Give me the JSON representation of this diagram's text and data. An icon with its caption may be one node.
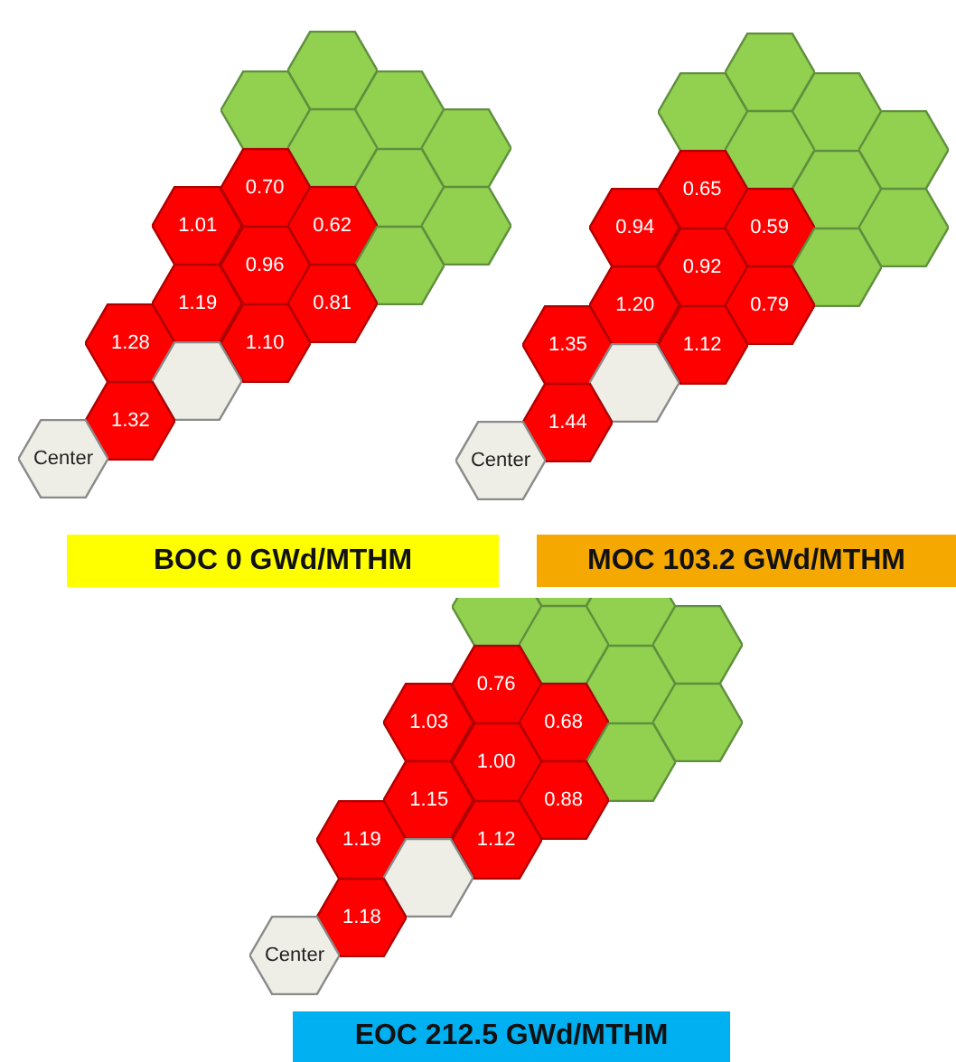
{
  "diagram": {
    "nodes": [
      {
        "text": [],
        "shape": "hexagon"
      },
      {
        "text": [],
        "shape": "hexagon"
      },
      {
        "text": [],
        "shape": "hexagon"
      },
      {
        "text": [],
        "shape": "hexagon"
      },
      {
        "text": [],
        "shape": "hexagon"
      },
      {
        "text": [
          "0.70"
        ]
      },
      {
        "text": [],
        "shape": "hexagon"
      },
      {
        "text": [
          "1.01"
        ]
      },
      {
        "text": [
          "0.62"
        ]
      },
      {
        "text": [],
        "shape": "hexagon"
      },
      {
        "text": [
          "0.96"
        ]
      },
      {
        "text": [],
        "shape": "hexagon"
      },
      {
        "text": [
          "1.19"
        ]
      },
      {
        "text": [
          "0.81"
        ]
      },
      {
        "text": [
          "1.28"
        ]
      },
      {
        "text": [
          "1.10"
        ]
      },
      {
        "text": [],
        "shape": "hexagon"
      },
      {
        "text": [
          "1.32"
        ]
      },
      {
        "text": [
          "Center"
        ]
      },
      {
        "text": [
          "BOC 0 GWd/MTHM"
        ]
      },
      {
        "text": [],
        "shape": "hexagon"
      },
      {
        "text": [],
        "shape": "hexagon"
      },
      {
        "text": [],
        "shape": "hexagon"
      },
      {
        "text": [],
        "shape": "hexagon"
      },
      {
        "text": [],
        "shape": "hexagon"
      },
      {
        "text": [
          "0.65"
        ]
      },
      {
        "text": [],
        "shape": "hexagon"
      },
      {
        "text": [
          "0.94"
        ]
      },
      {
        "text": [
          "0.59"
        ]
      },
      {
        "text": [],
        "shape": "hexagon"
      },
      {
        "text": [
          "0.92"
        ]
      },
      {
        "text": [],
        "shape": "hexagon"
      },
      {
        "text": [
          "1.20"
        ]
      },
      {
        "text": [
          "0.79"
        ]
      },
      {
        "text": [
          "1.35"
        ]
      },
      {
        "text": [
          "1.12"
        ]
      },
      {
        "text": [],
        "shape": "hexagon"
      },
      {
        "text": [
          "1.44"
        ]
      },
      {
        "text": [
          "Center"
        ]
      },
      {
        "text": [
          "MOC 103.2 GWd/MTHM"
        ]
      },
      {
        "text": [],
        "shape": "hexagon"
      },
      {
        "text": [],
        "shape": "hexagon"
      },
      {
        "text": [],
        "shape": "hexagon"
      },
      {
        "text": [],
        "shape": "hexagon"
      },
      {
        "text": [],
        "shape": "hexagon"
      },
      {
        "text": [
          "0.76"
        ]
      },
      {
        "text": [],
        "shape": "hexagon"
      },
      {
        "text": [
          "1.03"
        ]
      },
      {
        "text": [
          "0.68"
        ]
      },
      {
        "text": [],
        "shape": "hexagon"
      },
      {
        "text": [
          "1.00"
        ]
      },
      {
        "text": [],
        "shape": "hexagon"
      },
      {
        "text": [
          "1.15"
        ]
      },
      {
        "text": [
          "0.88"
        ]
      },
      {
        "text": [
          "1.19"
        ]
      },
      {
        "text": [
          "1.12"
        ]
      },
      {
        "text": [],
        "shape": "hexagon"
      },
      {
        "text": [
          "1.18"
        ]
      },
      {
        "text": [
          "Center"
        ]
      },
      {
        "text": [
          "EOC 212.5 GWd/MTHM"
        ]
      }
    ]
  }
}
